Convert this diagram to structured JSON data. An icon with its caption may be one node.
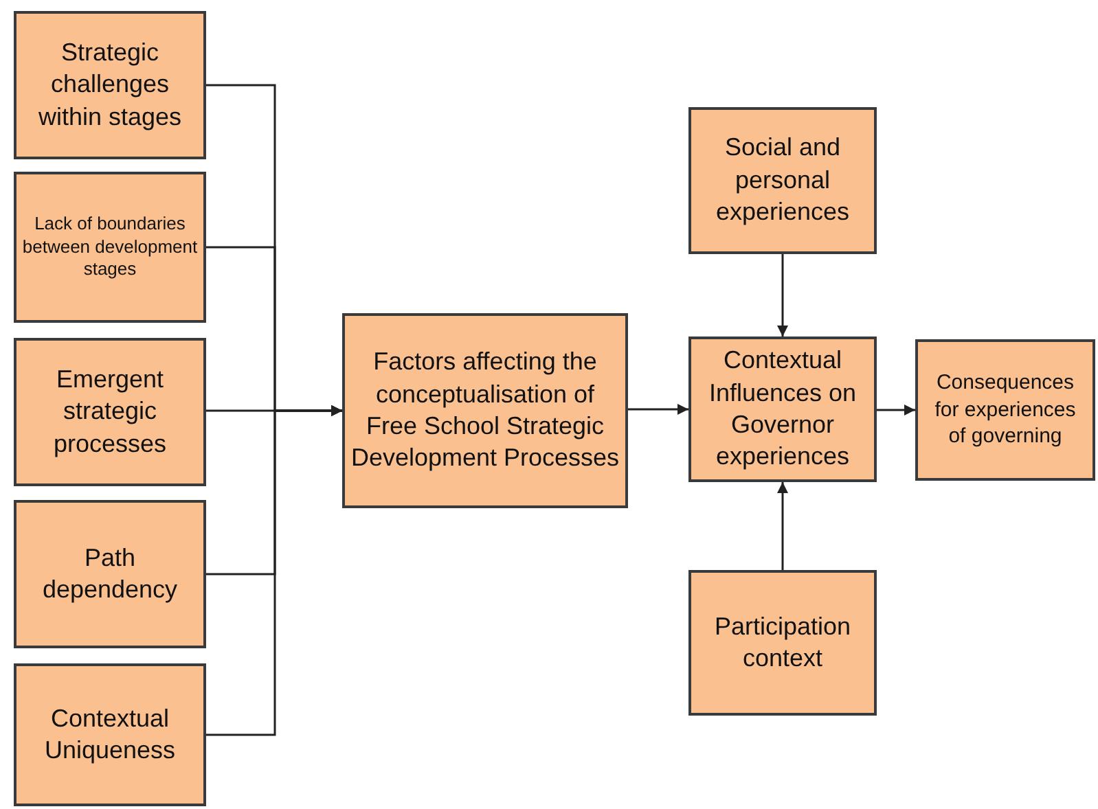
{
  "diagram": {
    "nodes": [
      {
        "text": [
          "Strategic challenges within stages"
        ]
      },
      {
        "text": [
          "Lack of boundaries between development stages"
        ]
      },
      {
        "text": [
          "Emergent strategic processes"
        ]
      },
      {
        "text": [
          "Path dependency"
        ]
      },
      {
        "text": [
          "Contextual Uniqueness"
        ]
      },
      {
        "text": [
          "Factors affecting the conceptualisation of Free School Strategic Development Processes"
        ]
      },
      {
        "text": [
          "Social and personal experiences"
        ]
      },
      {
        "text": [
          "Contextual Influences on Governor experiences"
        ]
      },
      {
        "text": [
          "Participation context"
        ]
      },
      {
        "text": [
          "Consequences for experiences of governing"
        ]
      }
    ],
    "edges": [
      {
        "from": 0,
        "to": 5,
        "arrow": "to"
      },
      {
        "from": 1,
        "to": 5,
        "arrow": "to"
      },
      {
        "from": 2,
        "to": 5,
        "arrow": "to"
      },
      {
        "from": 3,
        "to": 5,
        "arrow": "to"
      },
      {
        "from": 4,
        "to": 5,
        "arrow": "to"
      },
      {
        "from": 5,
        "to": 7,
        "arrow": "to"
      },
      {
        "from": 6,
        "to": 7,
        "arrow": "to"
      },
      {
        "from": 8,
        "to": 7,
        "arrow": "to"
      },
      {
        "from": 7,
        "to": 9,
        "arrow": "to"
      }
    ]
  }
}
